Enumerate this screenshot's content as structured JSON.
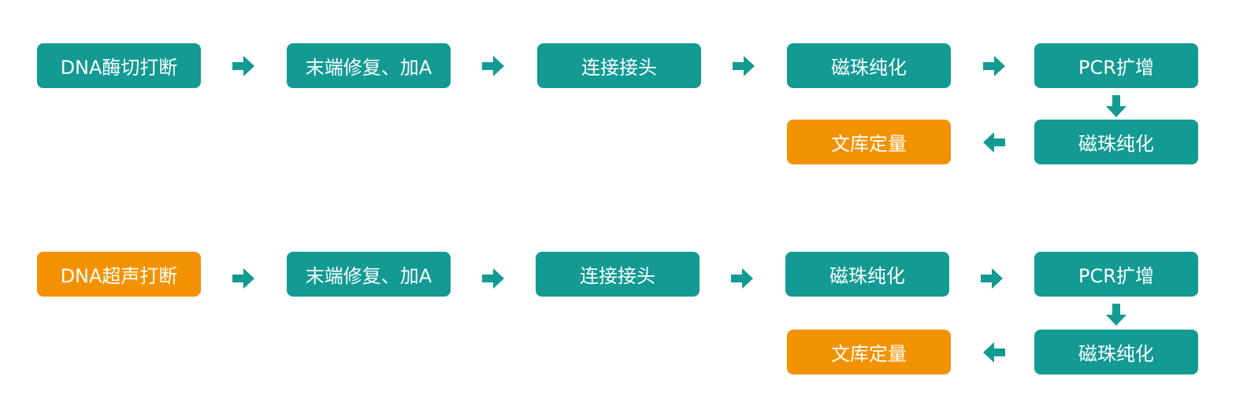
{
  "colors": {
    "teal": "#129a93",
    "orange": "#f39200",
    "arrow": "#129a93",
    "text": "#ffffff"
  },
  "flows": [
    {
      "start_label": "DNA酶切打断",
      "start_color": "teal",
      "steps": [
        "末端修复、加A",
        "连接接头",
        "磁珠纯化",
        "PCR扩增",
        "磁珠纯化",
        "文库定量"
      ]
    },
    {
      "start_label": "DNA超声打断",
      "start_color": "orange",
      "steps": [
        "末端修复、加A",
        "连接接头",
        "磁珠纯化",
        "PCR扩增",
        "磁珠纯化",
        "文库定量"
      ]
    }
  ]
}
